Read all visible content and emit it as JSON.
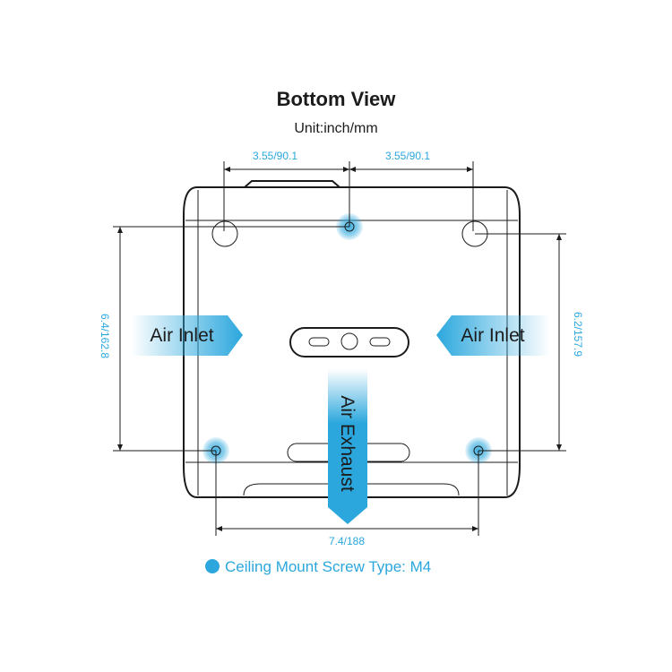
{
  "header": {
    "title": "Bottom View",
    "unit": "Unit:inch/mm"
  },
  "dimensions": {
    "top_left": "3.55/90.1",
    "top_right": "3.55/90.1",
    "left_height": "6.4/162.8",
    "right_height": "6.2/157.9",
    "bottom_width": "7.4/188"
  },
  "airflow": {
    "inlet_left": "Air Inlet",
    "inlet_right": "Air Inlet",
    "exhaust": "Air Exhaust"
  },
  "legend": {
    "text": "Ceiling Mount Screw Type: M4"
  },
  "colors": {
    "accent": "#2ba7dd",
    "outline": "#1b1b1b"
  }
}
